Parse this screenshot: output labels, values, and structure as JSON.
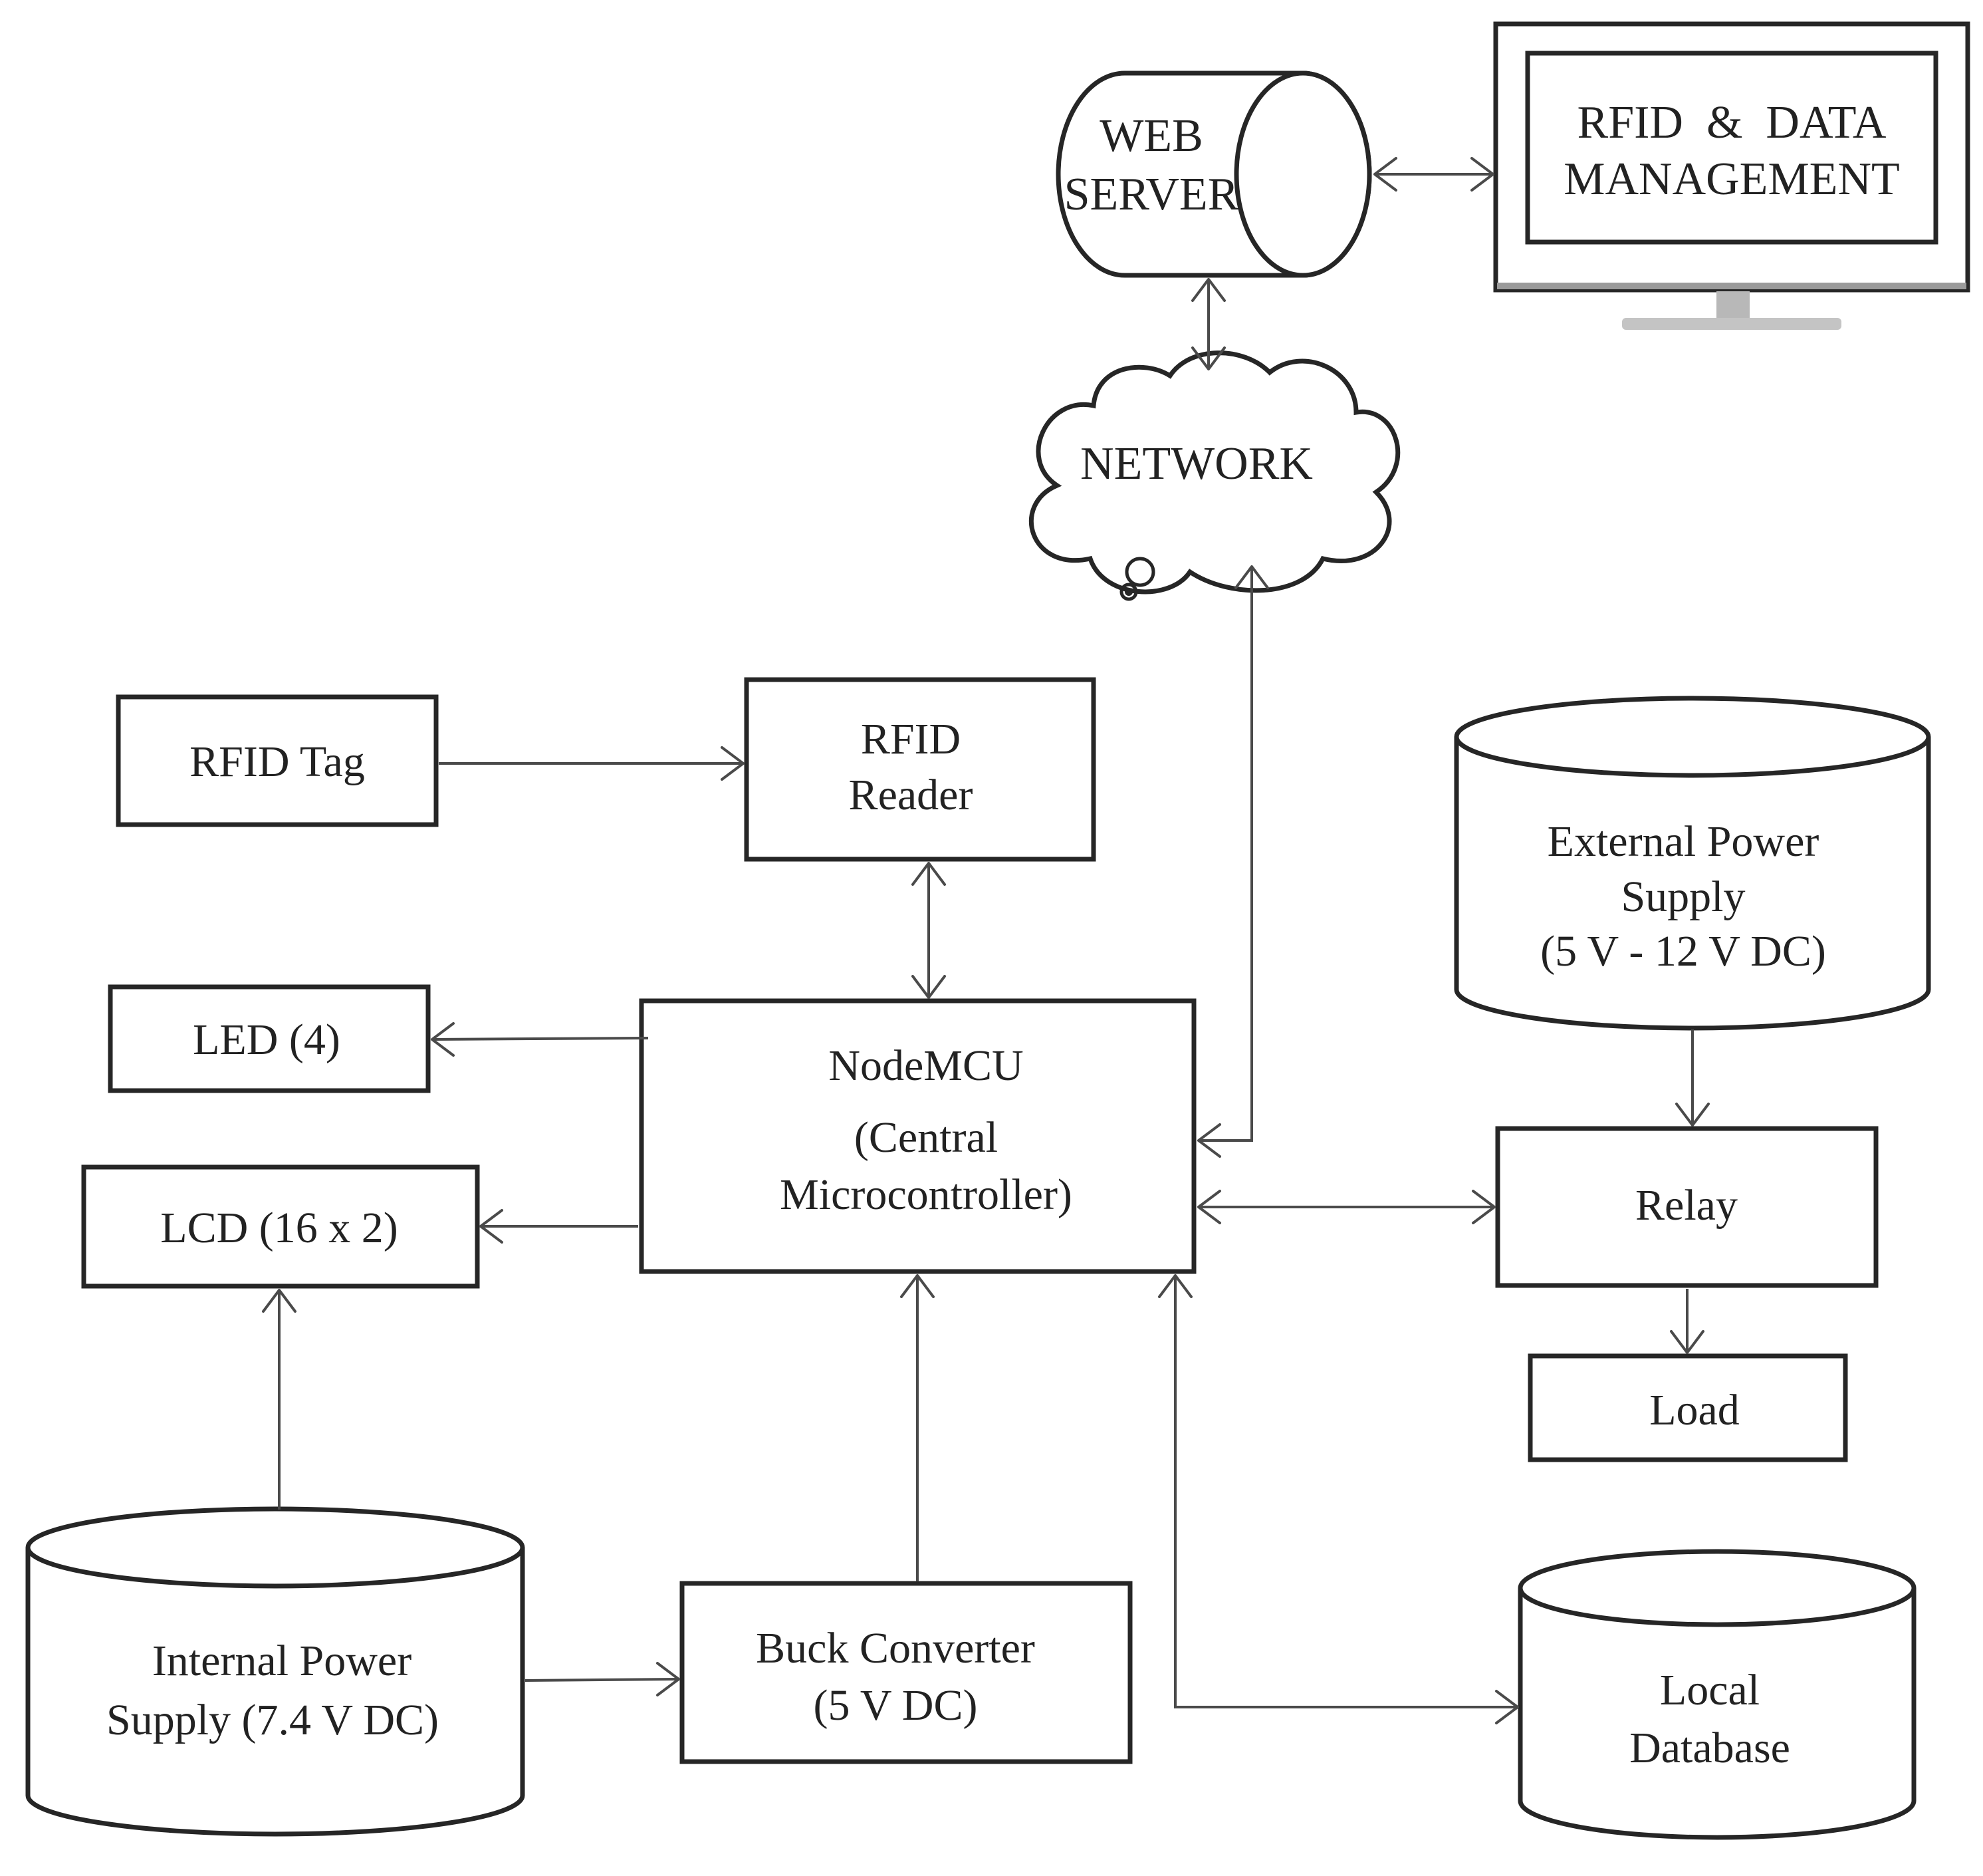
{
  "diagram": {
    "web_server": [
      "WEB",
      "SERVER"
    ],
    "rfid_data_management": [
      "RFID  &  DATA",
      "MANAGEMENT"
    ],
    "network": "NETWORK",
    "rfid_tag": "RFID Tag",
    "rfid_reader": [
      "RFID",
      "Reader"
    ],
    "external_power_supply": [
      "External Power",
      "Supply",
      "(5 V - 12 V DC)"
    ],
    "led": "LED (4)",
    "nodemcu": [
      "NodeMCU",
      "(Central",
      "Microcontroller)"
    ],
    "lcd": "LCD (16 x 2)",
    "relay": "Relay",
    "load": "Load",
    "internal_power_supply": [
      "Internal Power",
      "Supply (7.4 V DC)"
    ],
    "buck_converter": [
      "Buck Converter",
      "(5 V DC)"
    ],
    "local_database": [
      "Local",
      "Database"
    ]
  }
}
